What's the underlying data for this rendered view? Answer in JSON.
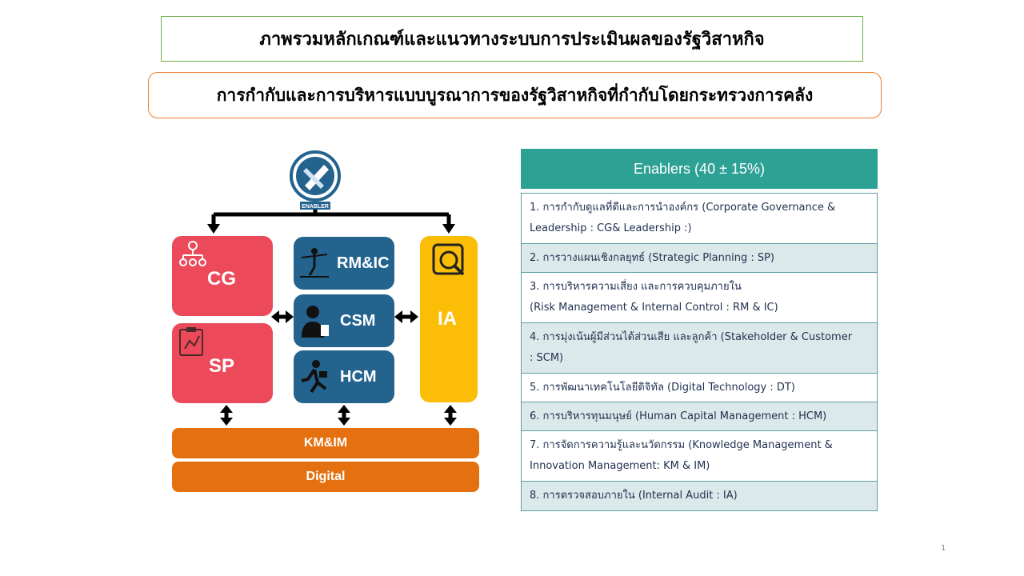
{
  "title": "ภาพรวมหลักเกณฑ์และแนวทางระบบการประเมินผลของรัฐวิสาหกิจ",
  "subtitle": "การกำกับและการบริหารแบบบูรณาการของรัฐวิสาหกิจที่กำกับโดยกระทรวงการคลัง",
  "diagram": {
    "enabler_label": "ENABLER",
    "blocks": {
      "cg": "CG",
      "sp": "SP",
      "rmic": "RM&IC",
      "csm": "CSM",
      "hcm": "HCM",
      "ia": "IA",
      "kmim": "KM&IM",
      "digital": "Digital"
    },
    "colors": {
      "red": "#ec4a5b",
      "blue": "#24638e",
      "yellow": "#fbbd06",
      "orange": "#e5700f",
      "teal": "#2ea195"
    }
  },
  "panel": {
    "header": "Enablers (40 ± 15%)",
    "items": [
      {
        "line1": "1. การกำกับดูแลที่ดีและการนำองค์กร (Corporate Governance &",
        "line2": "Leadership : CG& Leadership :)"
      },
      {
        "line1": "2. การวางแผนเชิงกลยุทธ์ (Strategic Planning : SP)",
        "line2": ""
      },
      {
        "line1": "3. การบริหารความเสี่ยง และการควบคุมภายใน",
        "line2": "(Risk Management & Internal Control : RM & IC)"
      },
      {
        "line1": "4. การมุ่งเน้นผู้มีส่วนได้ส่วนเสีย และลูกค้า (Stakeholder & Customer",
        "line2": ": SCM)"
      },
      {
        "line1": "5. การพัฒนาเทคโนโลยีดิจิทัล (Digital Technology : DT)",
        "line2": ""
      },
      {
        "line1": "6. การบริหารทุนมนุษย์ (Human Capital Management : HCM)",
        "line2": ""
      },
      {
        "line1": "7. การจัดการความรู้และนวัตกรรม (Knowledge Management &",
        "line2": "Innovation Management: KM & IM)"
      },
      {
        "line1": "8. การตรวจสอบภายใน (Internal Audit : IA)",
        "line2": ""
      }
    ]
  },
  "page_number": "1"
}
